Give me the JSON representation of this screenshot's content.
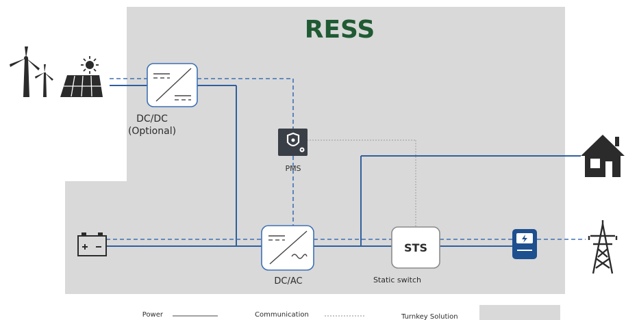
{
  "title": "RESS",
  "nodes": {
    "dcdc": {
      "label": "DC/DC",
      "sublabel": "(Optional)"
    },
    "pms": {
      "label": "PMS"
    },
    "dcac": {
      "label": "DC/AC"
    },
    "sts": {
      "label": "STS",
      "sublabel": "Static switch"
    }
  },
  "legend": {
    "power": "Power",
    "communication": "Communication",
    "turnkey": "Turnkey Solution"
  },
  "icons": {
    "sources": "wind-solar-icon",
    "battery": "battery-icon",
    "house": "house-icon",
    "meter": "meter-icon",
    "grid": "transmission-tower-icon",
    "pms": "pms-gear-icon"
  },
  "colors": {
    "turnkey_area": "#d9d9d9",
    "power_line": "#2f5f9e",
    "communication_line": "#a8a8a8",
    "title": "#1f5a33",
    "meter": "#1e4f8f"
  }
}
